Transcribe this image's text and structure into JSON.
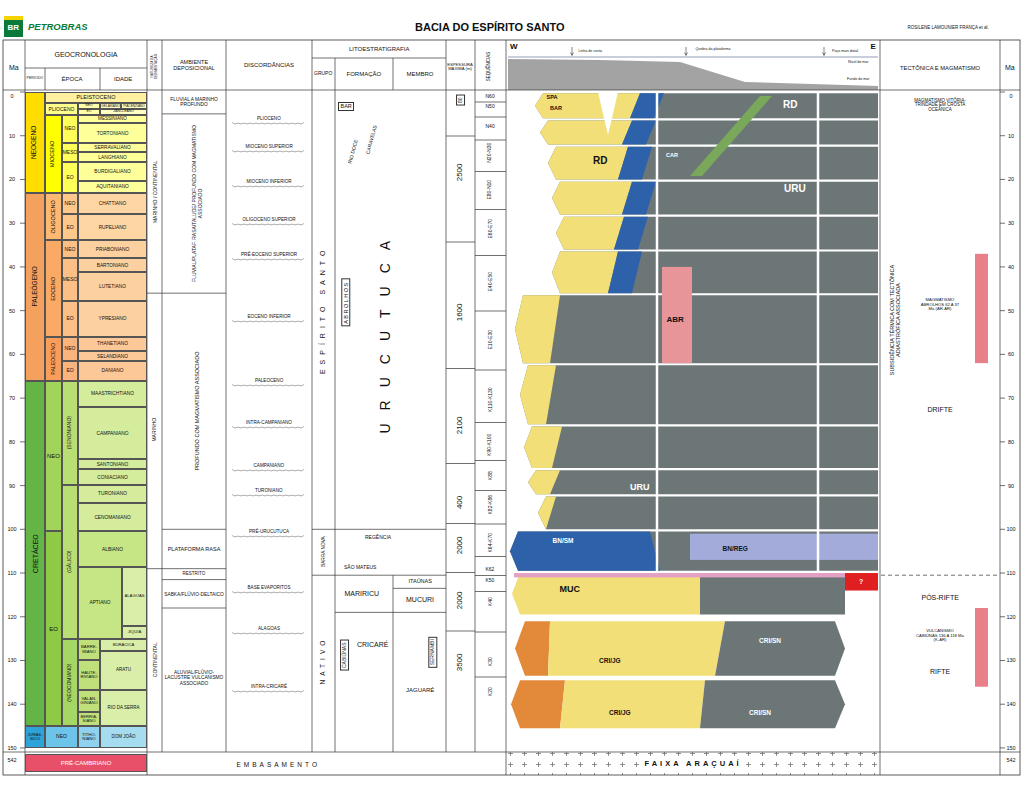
{
  "diagram": {
    "title": "BACIA DO ESPÍRITO SANTO",
    "nodes": [
      {
        "text": [
          "NEOGENO"
        ]
      },
      {
        "text": [
          "PALEÓGENO"
        ]
      },
      {
        "text": [
          "CRETÁCEO"
        ]
      },
      {
        "text": [
          "JURÁS-SICO"
        ]
      },
      {
        "text": [
          "PLEISTOCENO"
        ]
      },
      {
        "text": [
          "PLIOCENO"
        ]
      },
      {
        "text": [
          "NEO"
        ]
      },
      {
        "text": [
          "EO"
        ]
      },
      {
        "text": [
          "GELASIANO"
        ]
      },
      {
        "text": [
          "PIACENZIANO"
        ]
      },
      {
        "text": [
          "ZANCLEANO"
        ]
      },
      {
        "text": [
          "MIOCENO"
        ]
      },
      {
        "text": [
          "NEO"
        ]
      },
      {
        "text": [
          "MESO"
        ]
      },
      {
        "text": [
          "EO"
        ]
      },
      {
        "text": [
          "MESSINIANO"
        ]
      },
      {
        "text": [
          "TORTONIANO"
        ]
      },
      {
        "text": [
          "SERRAVALIANO"
        ]
      },
      {
        "text": [
          "LANGHIANO"
        ]
      },
      {
        "text": [
          "BURDIGALIANO"
        ]
      },
      {
        "text": [
          "AQUITANIANO"
        ]
      },
      {
        "text": [
          "OLIGOCENO"
        ]
      },
      {
        "text": [
          "NEO"
        ]
      },
      {
        "text": [
          "EO"
        ]
      },
      {
        "text": [
          "CHATTIANO"
        ]
      },
      {
        "text": [
          "RUPELIANO"
        ]
      },
      {
        "text": [
          "EOCENO"
        ]
      },
      {
        "text": [
          "NEO"
        ]
      },
      {
        "text": [
          "MESO"
        ]
      },
      {
        "text": [
          "EO"
        ]
      },
      {
        "text": [
          "PRIABONIANO"
        ]
      },
      {
        "text": [
          "BARTONIANO"
        ]
      },
      {
        "text": [
          "LUTETIANO"
        ]
      },
      {
        "text": [
          "YPRESIANO"
        ]
      },
      {
        "text": [
          "PALEOCENO"
        ]
      },
      {
        "text": [
          "NEO"
        ]
      },
      {
        "text": [
          "EO"
        ]
      },
      {
        "text": [
          "THANETIANO"
        ]
      },
      {
        "text": [
          "SELANDIANO"
        ]
      },
      {
        "text": [
          "DANIANO"
        ]
      },
      {
        "text": [
          "NEO"
        ]
      },
      {
        "text": [
          "(SENONIANO)"
        ]
      },
      {
        "text": [
          "(GÁLICO)"
        ]
      },
      {
        "text": [
          "EO"
        ]
      },
      {
        "text": [
          "(NEOCOMIANO)"
        ]
      },
      {
        "text": [
          "MAASTRICHTIANO"
        ]
      },
      {
        "text": [
          "CAMPANIANO"
        ]
      },
      {
        "text": [
          "SANTONIANO"
        ]
      },
      {
        "text": [
          "CONIACIANO"
        ]
      },
      {
        "text": [
          "TURONIANO"
        ]
      },
      {
        "text": [
          "CENOMANIANO"
        ]
      },
      {
        "text": [
          "ALBIANO"
        ]
      },
      {
        "text": [
          "APTIANO"
        ]
      },
      {
        "text": [
          "ALAGOAS"
        ]
      },
      {
        "text": [
          "JIQUIA"
        ]
      },
      {
        "text": [
          "BARRE-MIANO"
        ]
      },
      {
        "text": [
          "BURACICA"
        ]
      },
      {
        "text": [
          "HAUTE-RIVIANO"
        ]
      },
      {
        "text": [
          "ARATU"
        ]
      },
      {
        "text": [
          "VALAN-GINIANO"
        ]
      },
      {
        "text": [
          "RIO DA SERRA"
        ]
      },
      {
        "text": [
          "BERRIA-SIANO"
        ]
      },
      {
        "text": [
          "NEO"
        ]
      },
      {
        "text": [
          "TITHO-NIANO"
        ]
      },
      {
        "text": [
          "DOM JOÃO"
        ]
      },
      {
        "text": [
          "PRÉ-CAMBRIANO"
        ]
      }
    ],
    "labels": [
      "BR",
      "PETROBRAS",
      "ROSILENE LAMOUNIER FRANÇA et al.",
      "Ma",
      "GEOCRONOLOGIA",
      "PERÍODO",
      "ÉPOCA",
      "IDADE",
      "NATUREZA DA SEDIMENTAÇÃO",
      "AMBIENTE DEPOSICIONAL",
      "DISCORDÂNCIAS",
      "LITOESTRATIGRAFIA",
      "GRUPO",
      "FORMAÇÃO",
      "MEMBRO",
      "ESPESSURA MÁXIMA (m)",
      "SEQUÊNCIAS",
      "W",
      "Linha de costa",
      "Quebra da plataforma",
      "Poço mais distal",
      "E",
      "Nível do mar",
      "Fundo do mar",
      "TECTÔNICA E MAGMATISMO",
      "Ma",
      "0",
      "10",
      "20",
      "30",
      "40",
      "50",
      "60",
      "70",
      "80",
      "90",
      "100",
      "110",
      "120",
      "130",
      "140",
      "150",
      "542",
      "0",
      "10",
      "20",
      "30",
      "40",
      "50",
      "60",
      "70",
      "80",
      "90",
      "100",
      "110",
      "120",
      "130",
      "140",
      "150",
      "542",
      "MARINHO / CONTINENTAL",
      "MARINHO",
      "CONTINENTAL",
      "FLUVIAL A MARINHO PROFUNDO",
      "FLUVIAL/PLATAF. RASA/TALUDE/ PROFUNDO COM MAGMATISMO ASSOCIADO",
      "PROFUNDO COM MAGMATISMO ASSOCIADO",
      "PLATAFORMA RASA",
      "RESTRITO",
      "SABKA/FLÚVIO-DELTAICO",
      "ALUVIAL/FLÚVIO-LACUSTRE VULCANISMO ASSOCIADO",
      "PLIOCENO",
      "MIOCENO SUPERIOR",
      "MIOCENO INFERIOR",
      "OLIGOCENO SUPERIOR",
      "PRÉ-EOCENO SUPERIOR",
      "EOCENO INFERIOR",
      "PALEOCENO",
      "INTRA-CAMPANIANO",
      "CAMPANIANO",
      "TURONIANO",
      "PRÉ-URUCUTUCA",
      "BASE EVAPORITOS",
      "ALAGOAS",
      "INTRA-CRICARÉ",
      "ESPÍRITO SANTO",
      "BARRA NOVA",
      "NATIVO",
      "BAR",
      "RIO DOCE",
      "CARAVELAS",
      "ABROLHOS",
      "URUCUTUCA",
      "REGÊNCIA",
      "SÃO MATEUS",
      "ITAÚNAS",
      "MARIRICU",
      "MUCURI",
      "CABIÚNAS",
      "CRICARÉ",
      "SERNAMBI",
      "JAGUARÉ",
      "80",
      "2500",
      "1600",
      "2100",
      "400",
      "2000",
      "2000",
      "3500",
      "N60",
      "N50",
      "N40",
      "N20-N30",
      "E80-N10",
      "E60-E70",
      "E40-E50",
      "E10-E30",
      "K110-K130",
      "K90-K100",
      "K88",
      "K82-K86",
      "K64-K70",
      "K62",
      "K50",
      "K40",
      "K30",
      "K20",
      "SPA",
      "BAR",
      "RD",
      "RD",
      "CAR",
      "URU",
      "ABR",
      "URU",
      "BN/SM",
      "BN/REG",
      "MUC",
      "?",
      "CRI/SN",
      "CRI/JG",
      "CRI/JG",
      "CRI/SN",
      "MAGMATISMO VITÓRIA-TRINDADE EM CROSTA OCEÂNICA",
      "SUBSIDÊNCIA TÉRMICA COM TECTÔNICA ADIASTRÓFICA ASSOCIADA",
      "MAGMATISMO ABROLHOS 62 A 37 Ma (AR-AR)",
      "DRIFTE",
      "PÓS-RIFTE",
      "VULCANISMO CABIÚNAS 136 A 118 Ma (K-AR)",
      "RIFTE",
      "EMBASAMENTO",
      "FAIXA ARAÇUAÍ"
    ]
  }
}
